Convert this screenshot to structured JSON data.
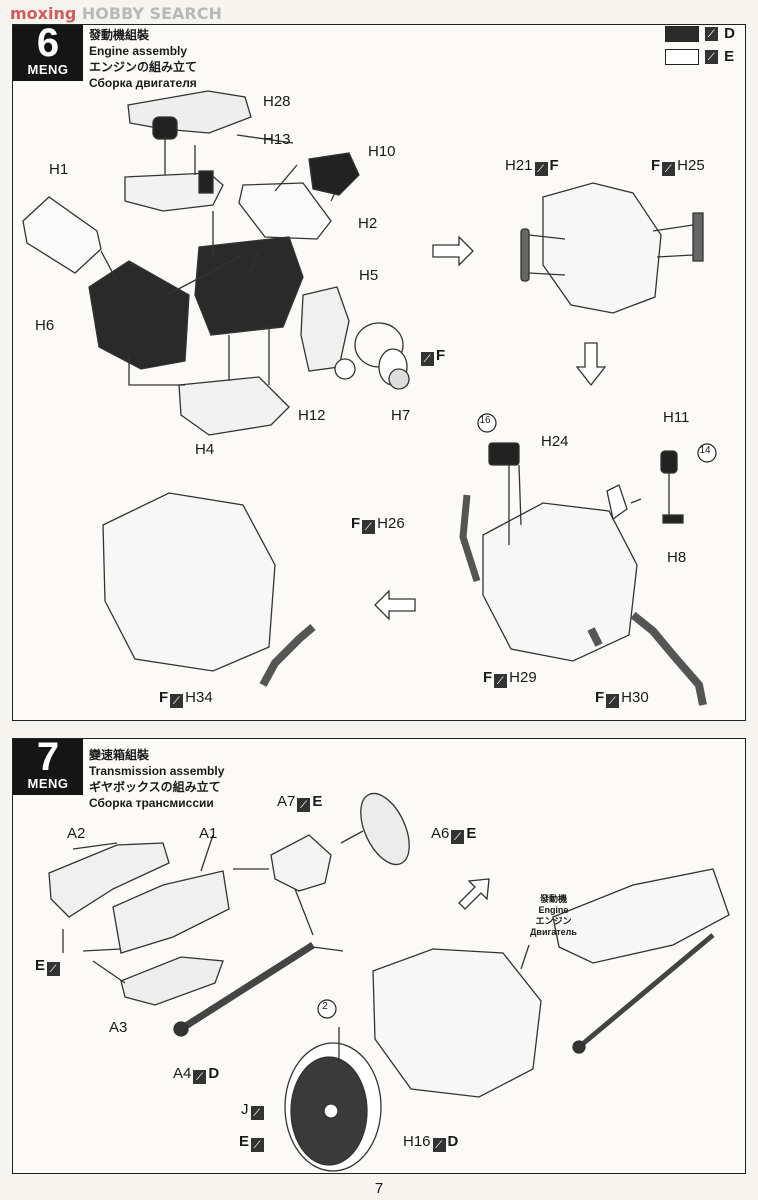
{
  "watermark": {
    "prefix": "moxing",
    "text": "HOBBY SEARCH"
  },
  "step6": {
    "number": "6",
    "brand": "MENG",
    "title_zh": "發動機組裝",
    "title_en": "Engine assembly",
    "title_ja": "エンジンの組み立て",
    "title_ru": "Сборка двигателя",
    "paint_key": [
      {
        "color": "#2b2b2b",
        "code": "D"
      },
      {
        "color": "#ffffff",
        "code": "E"
      }
    ],
    "labels": {
      "h28": "H28",
      "h13": "H13",
      "h10": "H10",
      "h1": "H1",
      "h2": "H2",
      "h5": "H5",
      "h6": "H6",
      "h12": "H12",
      "h7": "H7",
      "h4": "H4",
      "h21": "H21",
      "h25": "H25",
      "h24": "H24",
      "h11": "H11",
      "h26": "H26",
      "h8": "H8",
      "h29": "H29",
      "h30": "H30",
      "h34": "H34"
    },
    "codes": {
      "f": "F"
    },
    "callouts": {
      "c16": "16",
      "c14": "14"
    }
  },
  "step7": {
    "number": "7",
    "brand": "MENG",
    "title_zh": "變速箱組裝",
    "title_en": "Transmission assembly",
    "title_ja": "ギヤボックスの組み立て",
    "title_ru": "Сборка трансмиссии",
    "labels": {
      "a7": "A7",
      "a6": "A6",
      "a2": "A2",
      "a1": "A1",
      "a3": "A3",
      "a4": "A4",
      "h16": "H16",
      "j": "J",
      "e": "E"
    },
    "codes": {
      "d": "D",
      "e": "E"
    },
    "callouts": {
      "c2": "2"
    },
    "engine_label": {
      "zh": "發動機",
      "en": "Engine",
      "ja": "エンジン",
      "ru": "Двигатель"
    }
  },
  "page_number": "7"
}
